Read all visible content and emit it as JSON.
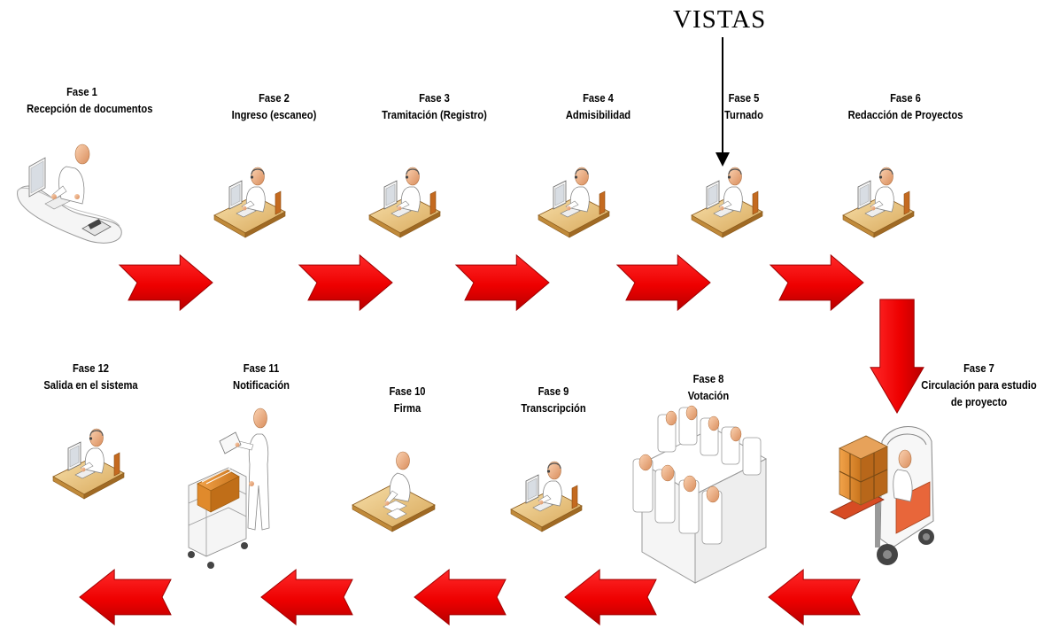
{
  "vistas_label": "VISTAS",
  "phases": [
    {
      "title": "Fase 1",
      "subtitle": "Recepción de documentos",
      "icon": "reception-desk-icon"
    },
    {
      "title": "Fase 2",
      "subtitle": "Ingreso (escaneo)",
      "icon": "desk-worker-icon"
    },
    {
      "title": "Fase 3",
      "subtitle": "Tramitación (Registro)",
      "icon": "desk-worker-icon"
    },
    {
      "title": "Fase 4",
      "subtitle": "Admisibilidad",
      "icon": "desk-worker-icon"
    },
    {
      "title": "Fase 5",
      "subtitle": "Turnado",
      "icon": "desk-worker-icon"
    },
    {
      "title": "Fase 6",
      "subtitle": "Redacción de Proyectos",
      "icon": "desk-worker-icon"
    },
    {
      "title": "Fase 7",
      "subtitle": "Circulación para estudio",
      "subtitle2": "de proyecto",
      "icon": "forklift-icon"
    },
    {
      "title": "Fase 8",
      "subtitle": "Votación",
      "icon": "meeting-table-icon"
    },
    {
      "title": "Fase 9",
      "subtitle": "Transcripción",
      "icon": "desk-worker-icon"
    },
    {
      "title": "Fase 10",
      "subtitle": "Firma",
      "icon": "signing-desk-icon"
    },
    {
      "title": "Fase 11",
      "subtitle": "Notificación",
      "icon": "mail-cart-icon"
    },
    {
      "title": "Fase 12",
      "subtitle": "Salida en el sistema",
      "icon": "desk-worker-icon"
    }
  ],
  "colors": {
    "arrow": "#ff0000",
    "arrow_dark": "#a00000",
    "person": "#ffffff",
    "skin": "#f2b891",
    "desk": "#e9c98a",
    "desk_side": "#b07a2e",
    "box": "#e08a2c"
  }
}
